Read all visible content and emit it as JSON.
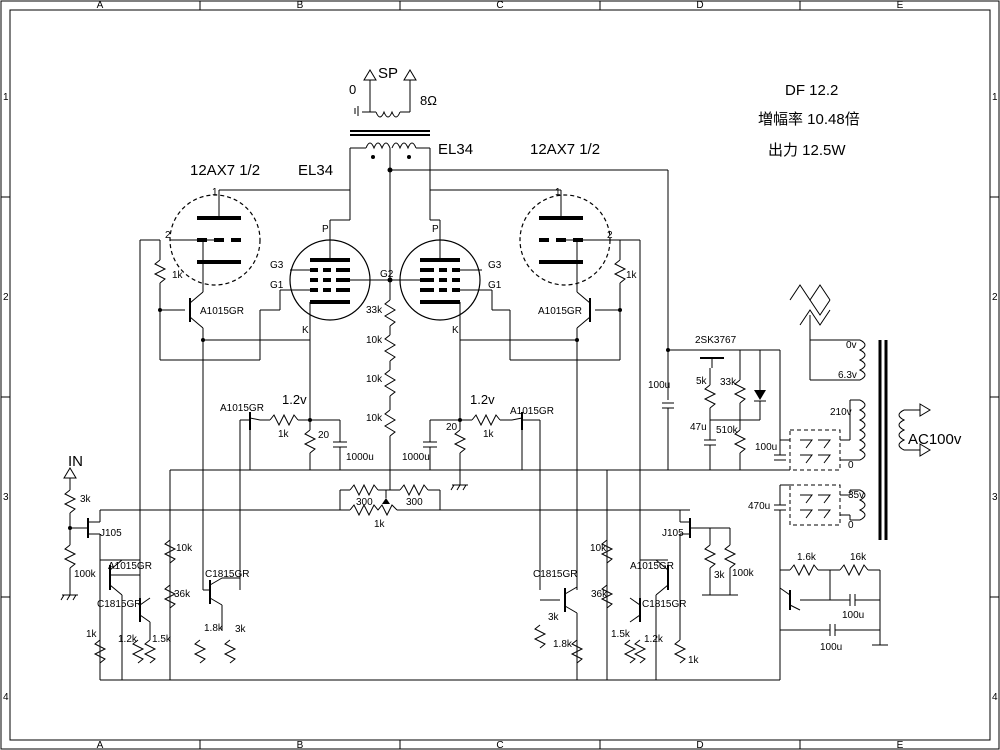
{
  "grid": {
    "columns": [
      "A",
      "B",
      "C",
      "D",
      "E"
    ],
    "rows": [
      "1",
      "2",
      "3",
      "4"
    ]
  },
  "specs": {
    "df": "DF  12.2",
    "gain": "増幅率  10.48倍",
    "power": "出力  12.5W"
  },
  "labels": {
    "speaker": "SP",
    "sp_zero": "0",
    "sp_ohm": "8Ω",
    "el34_left": "EL34",
    "el34_right": "EL34",
    "tube_12ax7_left": "12AX7 1/2",
    "tube_12ax7_right": "12AX7 1/2",
    "input": "IN",
    "ac": "AC100v",
    "fet": "2SK3767",
    "pin_p_left": "P",
    "pin_p_right": "P",
    "pin_g3_left": "G3",
    "pin_g1_left": "G1",
    "pin_g3_right": "G3",
    "pin_g1_right": "G1",
    "pin_g2": "G2",
    "pin_k_left": "K",
    "pin_k_right": "K",
    "pin_1_left": "1",
    "pin_2_left": "2",
    "pin_1_right": "1",
    "pin_2_right": "2",
    "tap_0v": "0v",
    "tap_63v": "6.3v",
    "tap_210v": "210v",
    "tap_0a": "0",
    "tap_35v": "35v",
    "tap_0b": "0"
  },
  "components": {
    "r1k_l": "1k",
    "q_a1015_l": "A1015GR",
    "q_a1015_r": "A1015GR",
    "r1k_r": "1k",
    "r33k": "33k",
    "r10k_a": "10k",
    "r10k_b": "10k",
    "r10k_c": "10k",
    "v12_l": "1.2v",
    "v12_r": "1.2v",
    "q_a1015_ml": "A1015GR",
    "q_a1015_mr": "A1015GR",
    "r1k_ml": "1k",
    "r1k_mr": "1k",
    "r20_l": "20",
    "r20_r": "20",
    "c1000_l": "1000u",
    "c1000_r": "1000u",
    "r300_l": "300",
    "r300_r": "300",
    "vr1k": "1k",
    "r3k_in": "3k",
    "r100k_in": "100k",
    "j105_l": "J105",
    "j105_r": "J105",
    "q_a1015_bl": "A1015GR",
    "q_c1815_bl": "C1815GR",
    "r10k_bl": "10k",
    "r36k_bl": "36k",
    "q_c1815_ml": "C1815GR",
    "r1k_bl": "1k",
    "r12k_bl": "1.2k",
    "r15k_bl": "1.5k",
    "r18k_bl": "1.8k",
    "r3k_bl": "3k",
    "q_c1815_mr": "C1815GR",
    "r3k_br": "3k",
    "r18k_br": "1.8k",
    "r10k_br": "10k",
    "q_a1015_br": "A1015GR",
    "r36k_br": "36k",
    "q_c1815_br": "C1815GR",
    "r15k_br": "1.5k",
    "r12k_br": "1.2k",
    "r1k_br": "1k",
    "r3k_rt": "3k",
    "r100k_rt": "100k",
    "r5k": "5k",
    "r33k_ps": "33k",
    "c47u": "47u",
    "r510k": "510k",
    "c100u_a": "100u",
    "c100u_b": "100u",
    "c470u": "470u",
    "r16k_a": "1.6k",
    "r16k_b": "16k",
    "c100u_c": "100u",
    "c100u_d": "100u"
  }
}
